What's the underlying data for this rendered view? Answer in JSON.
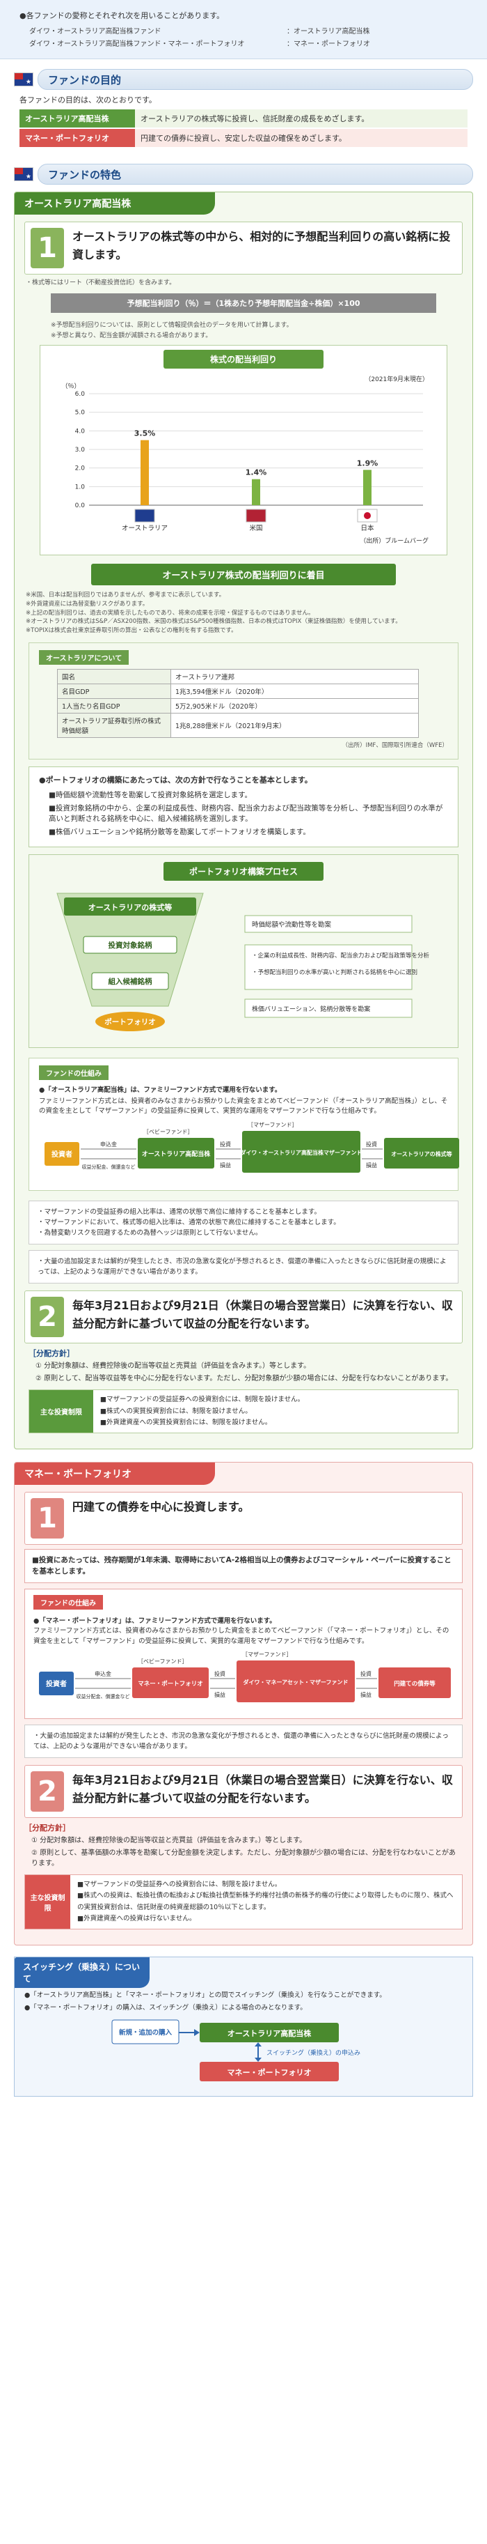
{
  "top_note": {
    "line1": "●各ファンドの愛称とそれぞれ次を用いることがあります。",
    "rows": [
      {
        "a": "ダイワ・オーストラリア高配当株ファンド",
        "b": "：オーストラリア高配当株"
      },
      {
        "a": "ダイワ・オーストラリア高配当株ファンド・マネー・ポートフォリオ",
        "b": "：マネー・ポートフォリオ"
      }
    ]
  },
  "purpose": {
    "heading": "ファンドの目的",
    "intro": "各ファンドの目的は、次のとおりです。",
    "rows": [
      {
        "name": "オーストラリア高配当株",
        "desc": "オーストラリアの株式等に投資し、信託財産の成長をめざします。"
      },
      {
        "name": "マネー・ポートフォリオ",
        "desc": "円建ての債券に投資し、安定した収益の確保をめざします。"
      }
    ]
  },
  "features": {
    "heading": "ファンドの特色",
    "fund_a": {
      "title": "オーストラリア高配当株",
      "point1": {
        "num": "1",
        "text": "オーストラリアの株式等の中から、相対的に予想配当利回りの高い銘柄に投資します。",
        "sub": "・株式等にはリート（不動産投資信託）を含みます。"
      },
      "formula": "予想配当利回り（％）＝（1株あたり予想年間配当金÷株価）×100",
      "formula_notes": [
        "※予想配当利回りについては、原則として情報提供会社のデータを用いて計算します。",
        "※予想と異なり、配当金額が減額される場合があります。"
      ],
      "chart_title": "株式の配当利回り",
      "chart_as_of": "（2021年9月末現在）",
      "chart_source": "（出所）ブルームバーグ",
      "attention": "オーストラリア株式の配当利回りに着目",
      "chart_notes": [
        "※米国、日本は配当利回りではありませんが、参考までに表示しています。",
        "※外貨建資産には為替変動リスクがあります。",
        "※上記の配当利回りは、過去の実績を示したものであり、将来の成果を示唆・保証するものではありません。",
        "※オーストラリアの株式はS&P／ASX200指数、米国の株式はS&P500種株価指数、日本の株式はTOPIX（東証株価指数）を使用しています。",
        "※TOPIXは株式会社東京証券取引所の算出・公表などの権利を有する指数です。"
      ],
      "aus_label": "オーストラリアについて",
      "aus_table": [
        {
          "k": "国名",
          "v": "オーストラリア連邦"
        },
        {
          "k": "名目GDP",
          "v": "1兆3,594億米ドル（2020年）"
        },
        {
          "k": "1人当たり名目GDP",
          "v": "5万2,905米ドル（2020年）"
        },
        {
          "k": "オーストラリア証券取引所の株式時価総額",
          "v": "1兆8,288億米ドル（2021年9月末）"
        }
      ],
      "aus_source": "（出所）IMF、国際取引所連合（WFE）",
      "check_lead": "●ポートフォリオの構築にあたっては、次の方針で行なうことを基本とします。",
      "check_items": [
        "■時価総額や流動性等を勘案して投資対象銘柄を選定します。",
        "■投資対象銘柄の中から、企業の利益成長性、財務内容、配当余力および配当政策等を分析し、予想配当利回りの水準が高いと判断される銘柄を中心に、組入候補銘柄を選別します。",
        "■株価バリュエーションや銘柄分散等を勘案してポートフォリオを構築します。"
      ],
      "process_title": "ポートフォリオ構築プロセス",
      "process_steps": [
        "オーストラリアの株式等",
        "投資対象銘柄",
        "組入候補銘柄",
        "ポートフォリオ"
      ],
      "process_notes": [
        "時価総額や流動性等を勘案",
        "・企業の利益成長性、財務内容、配当余力および配当政策等を分析",
        "・予想配当利回りの水準が高いと判断される銘柄を中心に選別",
        "株価バリュエーション、銘柄分散等を勘案"
      ],
      "mech_label": "ファンドの仕組み",
      "mech_text": [
        "●「オーストラリア高配当株」は、ファミリーファンド方式で運用を行ないます。",
        "ファミリーファンド方式とは、投資者のみなさまからお預かりした資金をまとめてベビーファンド（「オーストラリア高配当株」）とし、その資金を主として「マザーファンド」の受益証券に投資して、実質的な運用をマザーファンドで行なう仕組みです。"
      ],
      "diagram": {
        "investor": "投資者",
        "subscription": "申込金",
        "distribution": "収益分配金、償還金など",
        "baby_label": "［ベビーファンド］",
        "baby": "オーストラリア高配当株",
        "mother_label": "［マザーファンド］",
        "mother": "ダイワ・オーストラリア高配当株マザーファンド",
        "target": "オーストラリアの株式等",
        "invest": "投資",
        "profit": "損益"
      },
      "bullets": [
        "・マザーファンドの受益証券の組入比率は、通常の状態で高位に維持することを基本とします。",
        "・マザーファンドにおいて、株式等の組入比率は、通常の状態で高位に維持することを基本とします。",
        "・為替変動リスクを回避するための為替ヘッジは原則として行ないません。"
      ],
      "caution": "・大量の追加設定または解約が発生したとき、市況の急激な変化が予想されるとき、償還の準備に入ったときならびに信託財産の規模によっては、上記のような運用ができない場合があります。",
      "point2": {
        "num": "2",
        "text": "毎年3月21日および9月21日（休業日の場合翌営業日）に決算を行ない、収益分配方針に基づいて収益の分配を行ないます。"
      },
      "policy_head": "［分配方針］",
      "policy": [
        "① 分配対象額は、経費控除後の配当等収益と売買益（評価益を含みます。）等とします。",
        "② 原則として、配当等収益等を中心に分配を行ないます。ただし、分配対象額が少額の場合には、分配を行なわないことがあります。"
      ],
      "limit_label": "主な投資制限",
      "limits": [
        "■マザーファンドの受益証券への投資割合には、制限を設けません。",
        "■株式への実質投資割合には、制限を設けません。",
        "■外貨建資産への実質投資割合には、制限を設けません。"
      ]
    },
    "fund_b": {
      "title": "マネー・ポートフォリオ",
      "point1": {
        "num": "1",
        "text": "円建ての債券を中心に投資します。"
      },
      "line": "■投資にあたっては、残存期間が1年未満、取得時においてA-2格相当以上の債券およびコマーシャル・ペーパーに投資することを基本とします。",
      "mech_label": "ファンドの仕組み",
      "mech_text": [
        "●「マネー・ポートフォリオ」は、ファミリーファンド方式で運用を行ないます。",
        "ファミリーファンド方式とは、投資者のみなさまからお預かりした資金をまとめてベビーファンド（「マネー・ポートフォリオ」）とし、その資金を主として「マザーファンド」の受益証券に投資して、実質的な運用をマザーファンドで行なう仕組みです。"
      ],
      "diagram": {
        "investor": "投資者",
        "subscription": "申込金",
        "distribution": "収益分配金、償還金など",
        "baby_label": "［ベビーファンド］",
        "baby": "マネー・ポートフォリオ",
        "mother_label": "［マザーファンド］",
        "mother": "ダイワ・マネーアセット・マザーファンド",
        "target": "円建ての債券等",
        "invest": "投資",
        "profit": "損益"
      },
      "caution": "・大量の追加設定または解約が発生したとき、市況の急激な変化が予想されるとき、償還の準備に入ったときならびに信託財産の規模によっては、上記のような運用ができない場合があります。",
      "point2": {
        "num": "2",
        "text": "毎年3月21日および9月21日（休業日の場合翌営業日）に決算を行ない、収益分配方針に基づいて収益の分配を行ないます。"
      },
      "policy_head": "［分配方針］",
      "policy": [
        "① 分配対象額は、経費控除後の配当等収益と売買益（評価益を含みます。）等とします。",
        "② 原則として、基準価額の水準等を勘案して分配金額を決定します。ただし、分配対象額が少額の場合には、分配を行なわないことがあります。"
      ],
      "limit_label": "主な投資制限",
      "limits": [
        "■マザーファンドの受益証券への投資割合には、制限を設けません。",
        "■株式への投資は、転換社債の転換および転換社債型新株予約権付社債の新株予約権の行使により取得したものに限り、株式への実質投資割合は、信託財産の純資産総額の10％以下とします。",
        "■外貨建資産への投資は行ないません。"
      ]
    },
    "switch": {
      "title": "スイッチング（乗換え）について",
      "lines": [
        "●「オーストラリア高配当株」と「マネー・ポートフォリオ」との間でスイッチング（乗換え）を行なうことができます。",
        "●「マネー・ポートフォリオ」の購入は、スイッチング（乗換え）による場合のみとなります。"
      ],
      "new_label": "新規・追加の購入",
      "fund_a": "オーストラリア高配当株",
      "fund_b": "マネー・ポートフォリオ",
      "arrow": "スイッチング（乗換え）の申込み"
    }
  },
  "chart_data": {
    "type": "bar",
    "title": "株式の配当利回り",
    "categories": [
      "オーストラリア",
      "米国",
      "日本"
    ],
    "values": [
      3.5,
      1.4,
      1.9
    ],
    "value_labels": [
      "3.5%",
      "1.4%",
      "1.9%"
    ],
    "ylabel": "（％）",
    "ylim": [
      0,
      6
    ],
    "yticks": [
      "0.0",
      "1.0",
      "2.0",
      "3.0",
      "4.0",
      "5.0",
      "6.0"
    ],
    "colors": [
      "#e8a31c",
      "#7cb342",
      "#7cb342"
    ],
    "grid": true
  }
}
